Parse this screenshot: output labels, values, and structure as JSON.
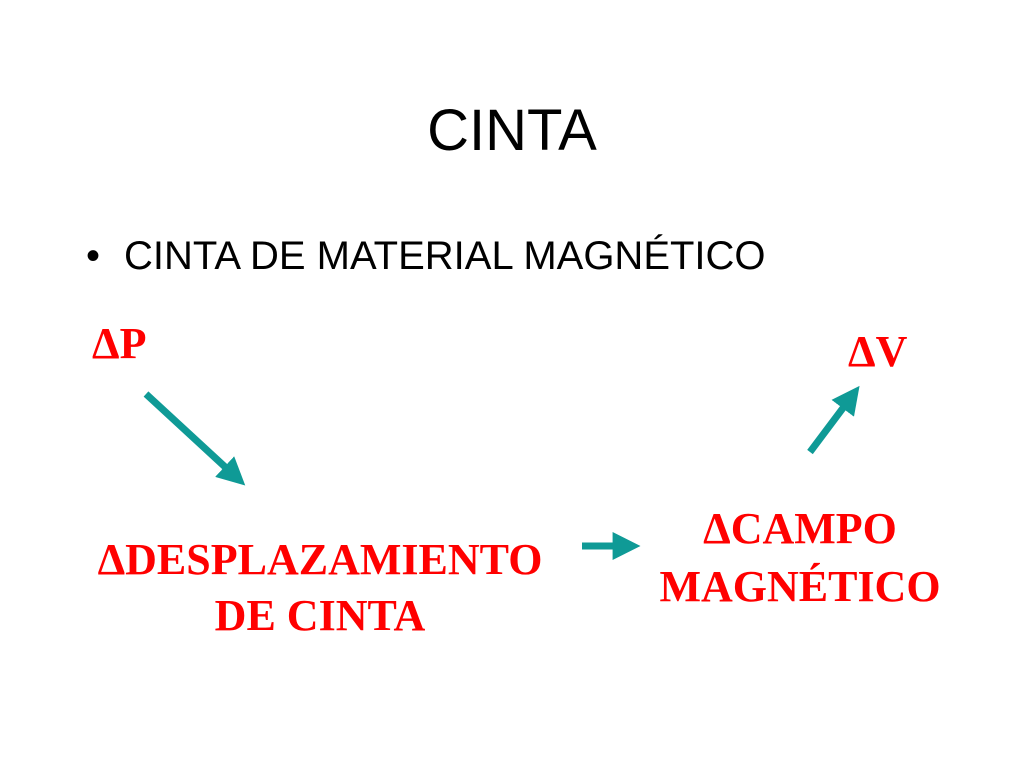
{
  "slide": {
    "title": "CINTA",
    "bullet_symbol": "•",
    "bullet_text": "CINTA DE MATERIAL MAGNÉTICO"
  },
  "diagram": {
    "delta_p": "ΔP",
    "delta_v": "ΔV",
    "node_desplazamiento": {
      "line1": "ΔDESPLAZAMIENTO",
      "line2": "DE CINTA"
    },
    "node_campo": {
      "line1": "ΔCAMPO",
      "line2": "MAGNÉTICO"
    }
  },
  "colors": {
    "label_text": "#ff0000",
    "arrow": "#0f9a96",
    "background": "#ffffff"
  }
}
